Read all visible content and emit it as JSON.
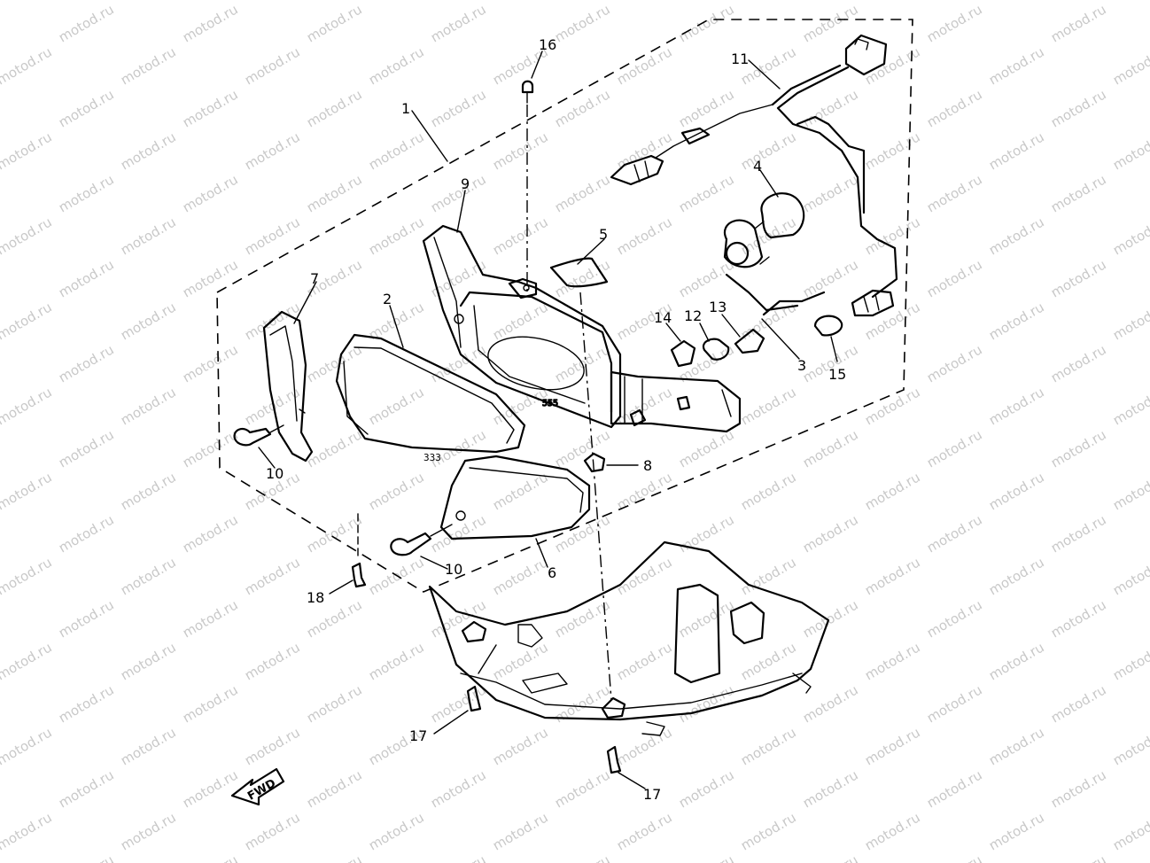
{
  "watermark": "motod.ru",
  "fwd_label": "FWD",
  "callouts": {
    "c1": "1",
    "c2": "2",
    "c3": "3",
    "c4": "4",
    "c5": "5",
    "c6": "6",
    "c7": "7",
    "c8": "8",
    "c9": "9",
    "c10a": "10",
    "c10b": "10",
    "c11": "11",
    "c12": "12",
    "c13": "13",
    "c14": "14",
    "c15": "15",
    "c16": "16",
    "c17a": "17",
    "c17b": "17",
    "c18": "18"
  }
}
